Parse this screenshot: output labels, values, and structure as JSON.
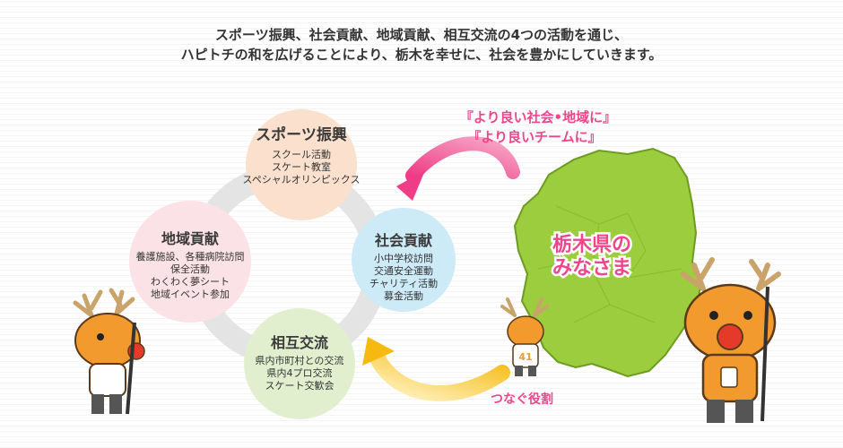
{
  "intro": {
    "line1": "スポーツ振興、社会貢献、地域貢献、相互交流の4つの活動を通じ、",
    "line2": "ハピトチの和を広げることにより、栃木を幸せに、社会を豊かにしていきます。"
  },
  "activities": [
    {
      "title": "スポーツ振興",
      "items": [
        "スクール活動",
        "スケート教室",
        "スペシャルオリンピックス"
      ],
      "color": "#fbe0cd"
    },
    {
      "title": "社会貢献",
      "items": [
        "小中学校訪問",
        "交通安全運動",
        "チャリティ活動",
        "募金活動"
      ],
      "color": "#cdeaf7"
    },
    {
      "title": "相互交流",
      "items": [
        "県内市町村との交流",
        "県内4プロ交流",
        "スケート交歓会"
      ],
      "color": "#e2efcf"
    },
    {
      "title": "地域貢献",
      "items": [
        "養護施設、各種病院訪問",
        "保全活動",
        "わくわく夢シート",
        "地域イベント参加"
      ],
      "color": "#fbe2e6"
    }
  ],
  "callout_top": {
    "line1": "『より良い社会•地域に』",
    "line2": "『より良いチームに』"
  },
  "map_label": {
    "line1": "栃木県の",
    "line2": "みなさま"
  },
  "connect_label": "つなぐ役割",
  "mascot_jersey_number": "41",
  "colors": {
    "pink": "#f0458c",
    "yellow_arrow": "#f5c022",
    "map_green": "#9ccd3e",
    "ring_grey": "#e4e4e4"
  }
}
